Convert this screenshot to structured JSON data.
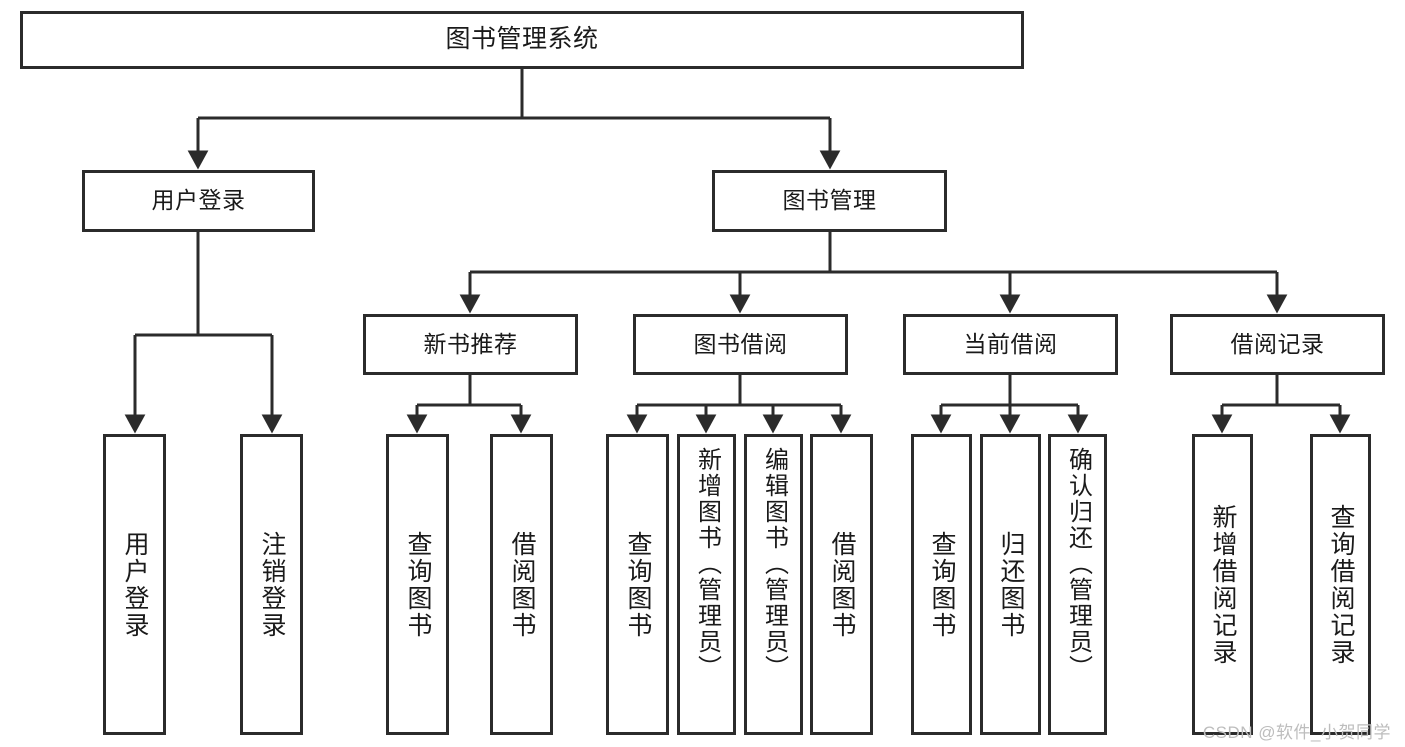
{
  "diagram": {
    "title": "图书管理系统",
    "watermark": "CSDN @软件_小贺同学",
    "nodes": {
      "root": "图书管理系统",
      "level2": {
        "user_login": "用户登录",
        "book_manage": "图书管理"
      },
      "level3": {
        "new_book_recommend": "新书推荐",
        "book_borrow": "图书借阅",
        "current_borrow": "当前借阅",
        "borrow_record": "借阅记录"
      },
      "leaves": {
        "user_login_leaf": "用户登录",
        "logout_leaf": "注销登录",
        "query_book_a": "查询图书",
        "borrow_book_a": "借阅图书",
        "query_book_b": "查询图书",
        "add_book_admin": "新增图书（管理员）",
        "edit_book_admin": "编辑图书（管理员）",
        "borrow_book_b": "借阅图书",
        "query_book_c": "查询图书",
        "return_book": "归还图书",
        "confirm_return_admin": "确认归还（管理员）",
        "add_borrow_record": "新增借阅记录",
        "query_borrow_record": "查询借阅记录"
      }
    },
    "colors": {
      "stroke": "#2b2b2b",
      "fill": "#ffffff",
      "text": "#1a1a1a",
      "watermark": "#bdbdbd"
    }
  }
}
